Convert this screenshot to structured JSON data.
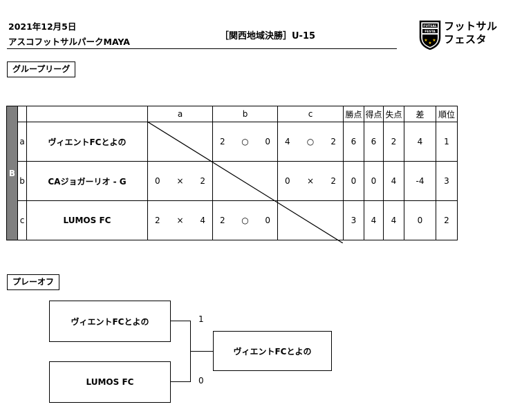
{
  "header": {
    "date": "2021年12月5日",
    "venue": "アスコフットサルパークMAYA",
    "title": "［関西地域決勝］U-15"
  },
  "logo": {
    "line1": "フットサル",
    "line2": "フェスタ",
    "emblem_top": "FUTSAL",
    "emblem_mid": "FESTA"
  },
  "group_section_label": "グループリーグ",
  "playoff_section_label": "プレーオフ",
  "league": {
    "group": "B",
    "col_headers": [
      "a",
      "b",
      "c"
    ],
    "stat_headers": [
      "勝点",
      "得点",
      "失点",
      "差",
      "順位"
    ],
    "rows": [
      {
        "label": "a",
        "team": "ヴィエントFCとよの",
        "results": [
          null,
          {
            "for": "2",
            "mark": "○",
            "against": "0"
          },
          {
            "for": "4",
            "mark": "○",
            "against": "2"
          }
        ],
        "stats": [
          "6",
          "6",
          "2",
          "4",
          "1"
        ]
      },
      {
        "label": "b",
        "team": "CAジョガーリオ - G",
        "results": [
          {
            "for": "0",
            "mark": "×",
            "against": "2"
          },
          null,
          {
            "for": "0",
            "mark": "×",
            "against": "2"
          }
        ],
        "stats": [
          "0",
          "0",
          "4",
          "-4",
          "3"
        ]
      },
      {
        "label": "c",
        "team": "LUMOS FC",
        "results": [
          {
            "for": "2",
            "mark": "×",
            "against": "4"
          },
          {
            "for": "2",
            "mark": "○",
            "against": "0"
          },
          null
        ],
        "stats": [
          "3",
          "4",
          "4",
          "0",
          "2"
        ]
      }
    ]
  },
  "playoff": {
    "team_top": "ヴィエントFCとよの",
    "team_bottom": "LUMOS FC",
    "score_top": "1",
    "score_bottom": "0",
    "winner": "ヴィエントFCとよの"
  }
}
